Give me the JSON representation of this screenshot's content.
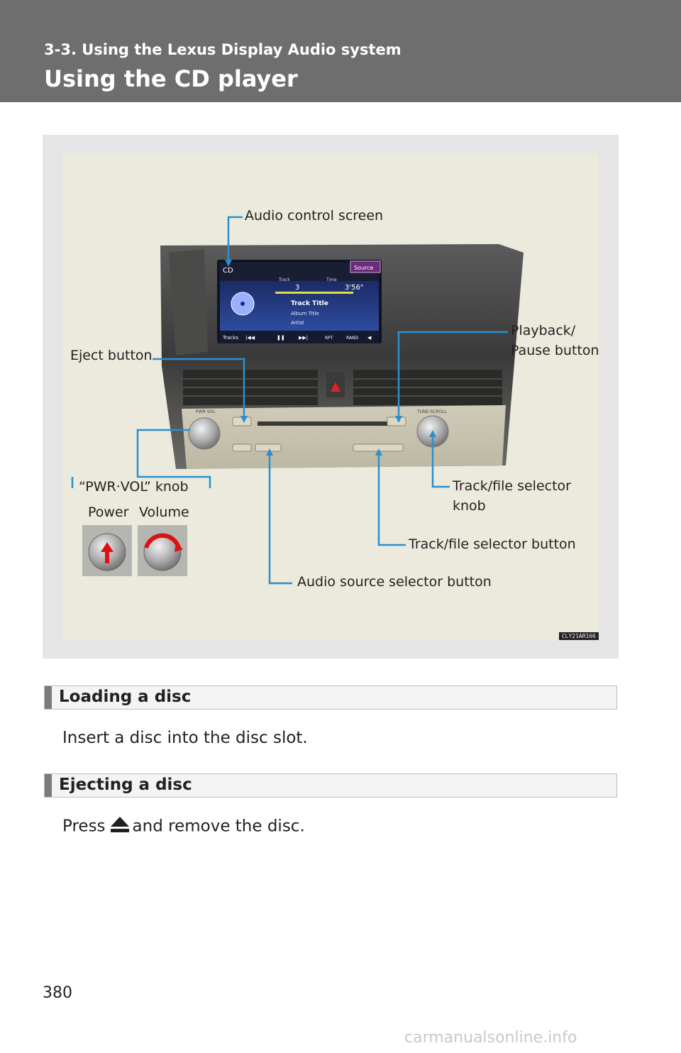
{
  "header": {
    "section": "3-3. Using the Lexus Display Audio system",
    "title": "Using the CD player"
  },
  "figure": {
    "labels": {
      "audio_control_screen": "Audio control screen",
      "eject_button": "Eject button",
      "playback_pause_line1": "Playback/",
      "playback_pause_line2": "Pause button",
      "pwr_vol_knob": "“PWR·VOL” knob",
      "power": "Power",
      "volume": "Volume",
      "track_file_knob_line1": "Track/file selector",
      "track_file_knob_line2": "knob",
      "track_file_button": "Track/file selector button",
      "audio_source_button": "Audio source selector button"
    },
    "screen": {
      "source_label": "CD",
      "source_button": "Source",
      "track_heading": "Track",
      "time_heading": "Time",
      "track_number": "3",
      "time_value": "3'56\"",
      "track_title": "Track Title",
      "album_title": "Album Title",
      "artist": "Artist",
      "tracks_button": "Tracks",
      "rpt_button": "RPT",
      "rand_button": "RAND"
    },
    "panel": {
      "pwr_vol_label": "PWR·VOL",
      "tune_scroll_label": "TUNE·SCROLL"
    },
    "code": "CLY21AR166"
  },
  "sections": [
    {
      "heading": "Loading a disc",
      "text": "Insert a disc into the disc slot."
    },
    {
      "heading": "Ejecting a disc",
      "text_before": "Press",
      "text_after": "and remove the disc."
    }
  ],
  "page_number": "380",
  "watermark": "carmanualsonline.info",
  "colors": {
    "callout": "#2a8fd0",
    "header_bg": "#6e6e6e"
  }
}
